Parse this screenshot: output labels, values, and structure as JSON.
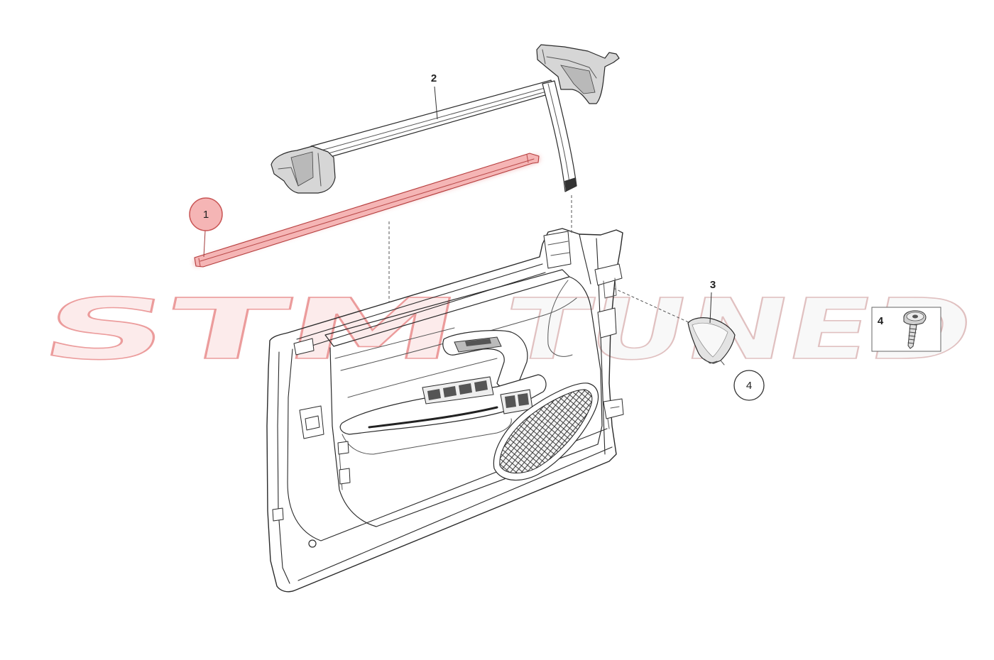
{
  "labels": {
    "part_1": "1",
    "part_2": "2",
    "part_3": "3",
    "part_4_circle": "4",
    "part_4_box": "4"
  },
  "watermark": {
    "left": "STM",
    "right": "TUNED"
  },
  "colors": {
    "highlight_fill": "#f5b5b5",
    "highlight_stroke": "#b43c3c",
    "watermark_red": "#e06060",
    "line": "#2a2a2a"
  }
}
